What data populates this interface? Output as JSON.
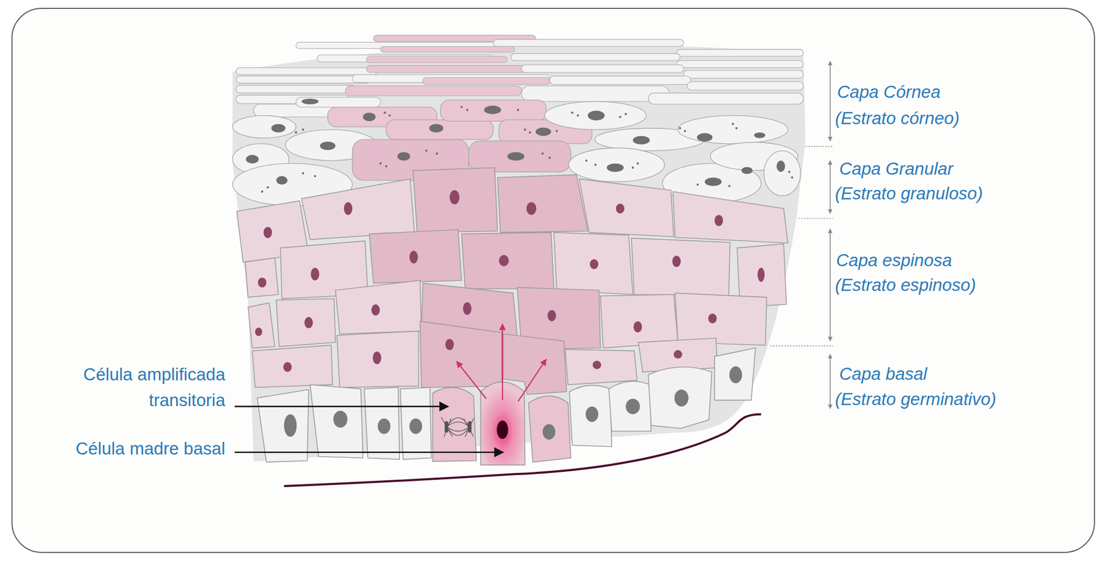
{
  "diagram": {
    "labels": [
      "Capa Córnea",
      "(Estrato córneo)",
      "Capa Granular",
      "(Estrato granuloso)",
      "Capa espinosa",
      "(Estrato espinoso)",
      "Capa basal",
      "(Estrato germinativo)",
      "Célula amplificada transitoria",
      "Célula madre basal"
    ]
  }
}
